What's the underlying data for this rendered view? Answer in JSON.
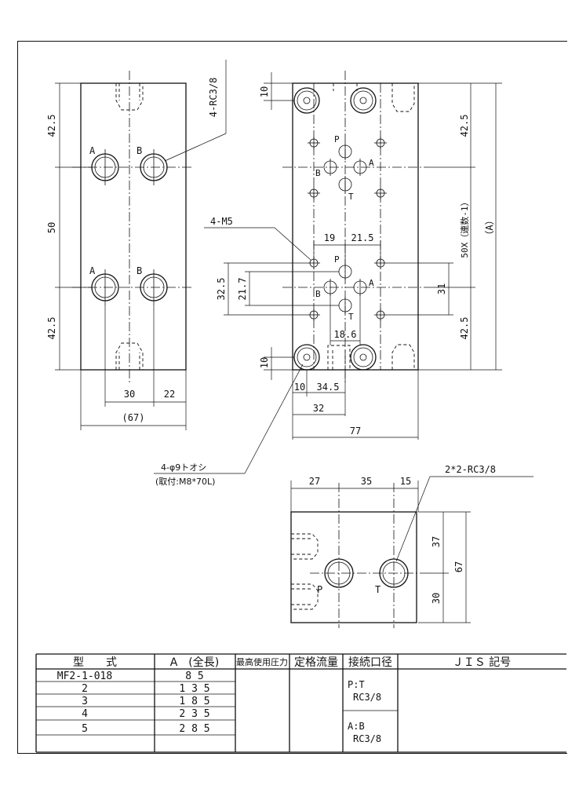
{
  "left_view": {
    "dim_top": "42.5",
    "dim_mid": "50",
    "dim_bottom": "42.5",
    "dim_w1": "30",
    "dim_w2": "22",
    "dim_total": "(67)",
    "callout": "4-RC3/8",
    "port_a": "A",
    "port_b": "B"
  },
  "center_view": {
    "dim_10_top": "10",
    "dim_10_bottom": "10",
    "dim_42_5_top": "42.5",
    "dim_42_5_bottom": "42.5",
    "dim_pitch": "50X（連数-1）",
    "dim_a": "（A）",
    "dim_32_5": "32.5",
    "dim_21_7": "21.7",
    "dim_31": "31",
    "dim_19": "19",
    "dim_21_5": "21.5",
    "dim_18_6": "18.6",
    "dim_10_h": "10",
    "dim_34_5": "34.5",
    "dim_32": "32",
    "dim_77": "77",
    "callout_m5": "4-M5",
    "callout_hole": "4-φ9トオシ",
    "callout_hole_sub": "(取付:M8*70L)",
    "port_p": "P",
    "port_t": "T",
    "port_a": "A",
    "port_b": "B"
  },
  "end_view": {
    "dim_27": "27",
    "dim_35": "35",
    "dim_15": "15",
    "dim_37": "37",
    "dim_30": "30",
    "dim_67": "67",
    "callout": "2*2-RC3/8",
    "port_p": "P",
    "port_t": "T"
  },
  "table": {
    "headers": [
      "型　　式",
      "A　(全長)",
      "最高使用圧力",
      "定格流量",
      "接続口径",
      "ＪＩＳ 記号"
    ],
    "rows": [
      {
        "model": "MF2-1-018",
        "a": "8 5"
      },
      {
        "model": "2",
        "a": "1 3 5"
      },
      {
        "model": "3",
        "a": "1 8 5"
      },
      {
        "model": "4",
        "a": "2 3 5"
      },
      {
        "model": "5",
        "a": "2 8 5"
      }
    ],
    "conn_pt_label": "P:T",
    "conn_pt_size": "RC3/8",
    "conn_ab_label": "A:B",
    "conn_ab_size": "RC3/8"
  }
}
